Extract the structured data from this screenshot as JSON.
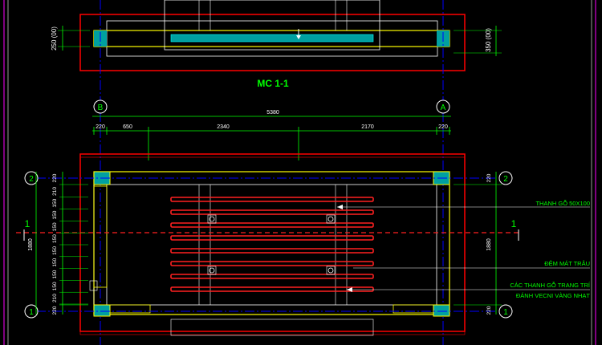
{
  "title": "MC 1-1",
  "dims": {
    "sec_left": "250 (00)",
    "sec_right": "350 (00)",
    "total": "5380",
    "d220a": "220",
    "d650": "650",
    "d2340": "2340",
    "d2170": "2170",
    "d220b": "220",
    "h1880_left": "1880",
    "h1880_right": "1880",
    "top220_left": "220",
    "top220_right": "220",
    "bot220_left": "220",
    "bot220_right": "220"
  },
  "spacing_labels": [
    "210",
    "150",
    "150",
    "150",
    "150",
    "150",
    "150",
    "150",
    "150",
    "210"
  ],
  "grid": {
    "B": "B",
    "A": "A",
    "two": "2",
    "one": "1"
  },
  "section_marks": {
    "left": "1",
    "right": "1"
  },
  "notes": {
    "n1": "THANH GỖ 50X100",
    "n2": "ĐỆM MÁT TRÂU",
    "n3": "CÁC THANH GỖ TRANG TRÍ",
    "n4": "ĐÁNH VECNI VÀNG NHẠT"
  },
  "colors": {
    "background": "#000000",
    "outline_red": "#ff0000",
    "wall_yellow": "#ffff00",
    "axis_blue": "#0000ff",
    "cut_red": "#ff2020",
    "dimension_green": "#00ff00",
    "label_white": "#ffffff",
    "hatch_cyan": "#00a0a0",
    "frame_magenta": "#ff00ff"
  }
}
